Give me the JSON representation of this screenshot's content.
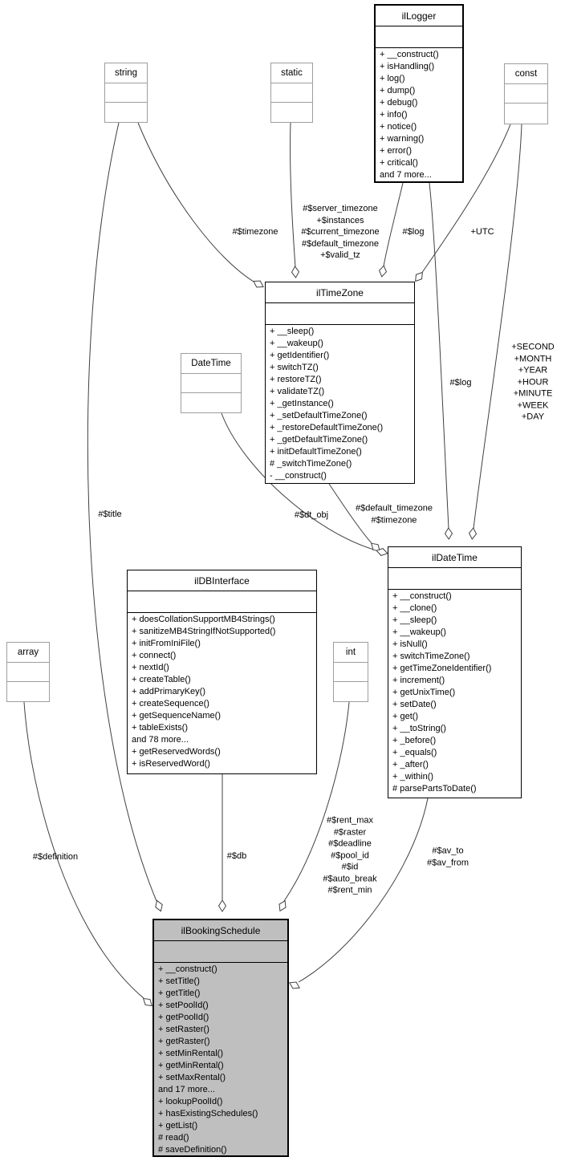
{
  "diagram_type": "uml-collaboration-diagram",
  "colors": {
    "class_fill": "#ffffff",
    "highlight_fill": "#bfbfbf",
    "primary_border": "#000000",
    "secondary_border": "#9e9e9e",
    "edge": "#404040"
  },
  "classes": {
    "ilLogger": {
      "title": "ilLogger",
      "members": [
        "+ __construct()",
        "+ isHandling()",
        "+ log()",
        "+ dump()",
        "+ debug()",
        "+ info()",
        "+ notice()",
        "+ warning()",
        "+ error()",
        "+ critical()",
        "and 7 more..."
      ]
    },
    "string": {
      "title": "string",
      "members": []
    },
    "static": {
      "title": "static",
      "members": []
    },
    "const": {
      "title": "const",
      "members": []
    },
    "ilTimeZone": {
      "title": "ilTimeZone",
      "members": [
        "+ __sleep()",
        "+ __wakeup()",
        "+ getIdentifier()",
        "+ switchTZ()",
        "+ restoreTZ()",
        "+ validateTZ()",
        "+ _getInstance()",
        "+ _setDefaultTimeZone()",
        "+ _restoreDefaultTimeZone()",
        "+ _getDefaultTimeZone()",
        "+ initDefaultTimeZone()",
        "# _switchTimeZone()",
        "- __construct()"
      ]
    },
    "DateTime": {
      "title": "DateTime",
      "members": []
    },
    "ilDBInterface": {
      "title": "ilDBInterface",
      "members": [
        "+ doesCollationSupportMB4Strings()",
        "+ sanitizeMB4StringIfNotSupported()",
        "+ initFromIniFile()",
        "+ connect()",
        "+ nextId()",
        "+ createTable()",
        "+ addPrimaryKey()",
        "+ createSequence()",
        "+ getSequenceName()",
        "+ tableExists()",
        "and 78 more...",
        "+ getReservedWords()",
        "+ isReservedWord()"
      ]
    },
    "ilDateTime": {
      "title": "ilDateTime",
      "members": [
        "+ __construct()",
        "+ __clone()",
        "+ __sleep()",
        "+ __wakeup()",
        "+ isNull()",
        "+ switchTimeZone()",
        "+ getTimeZoneIdentifier()",
        "+ increment()",
        "+ getUnixTime()",
        "+ setDate()",
        "+ get()",
        "+ __toString()",
        "+ _before()",
        "+ _equals()",
        "+ _after()",
        "+ _within()",
        "# parsePartsToDate()"
      ]
    },
    "array": {
      "title": "array",
      "members": []
    },
    "int": {
      "title": "int",
      "members": []
    },
    "ilBookingSchedule": {
      "title": "ilBookingSchedule",
      "members": [
        "+ __construct()",
        "+ setTitle()",
        "+ getTitle()",
        "+ setPoolId()",
        "+ getPoolId()",
        "+ setRaster()",
        "+ getRaster()",
        "+ setMinRental()",
        "+ getMinRental()",
        "+ setMaxRental()",
        "and 17 more...",
        "+ lookupPoolId()",
        "+ hasExistingSchedules()",
        "+ getList()",
        "# read()",
        "# saveDefinition()"
      ]
    }
  },
  "edge_labels": {
    "string_to_iltimezone": "#$timezone",
    "static_to_iltimezone": "#$server_timezone\n+$instances\n#$current_timezone\n#$default_timezone\n+$valid_tz",
    "illogger_to_iltimezone": "#$log",
    "const_to_iltimezone": "+UTC",
    "illogger_to_ildatetime": "#$log",
    "const_to_ildatetime": "+SECOND\n+MONTH\n+YEAR\n+HOUR\n+MINUTE\n+WEEK\n+DAY",
    "string_to_ilbookingschedule": "#$title",
    "datetime_to_ildatetime": "#$dt_obj",
    "iltimezone_to_ildatetime": "#$default_timezone\n#$timezone",
    "array_to_ilbookingschedule": "#$definition",
    "ildbinterface_to_ilbookingschedule": "#$db",
    "int_to_ilbookingschedule": "#$rent_max\n#$raster\n#$deadline\n#$pool_id\n#$id\n#$auto_break\n#$rent_min",
    "ildatetime_to_ilbookingschedule": "#$av_to\n#$av_from"
  }
}
